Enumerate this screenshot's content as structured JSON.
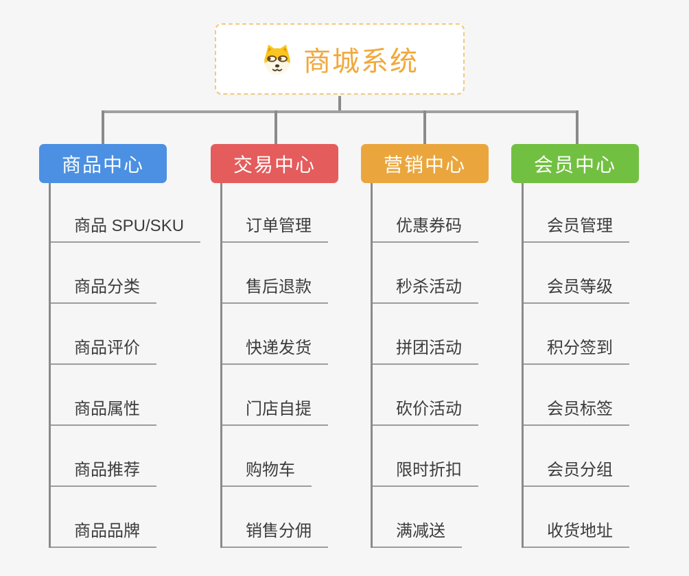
{
  "root": {
    "label": "商城系统",
    "icon": "shiba-dog-icon",
    "text_color": "#f0a83c",
    "border_color": "#f5c879"
  },
  "branches": [
    {
      "label": "商品中心",
      "color": "#4b90e2",
      "children": [
        "商品 SPU/SKU",
        "商品分类",
        "商品评价",
        "商品属性",
        "商品推荐",
        "商品品牌"
      ]
    },
    {
      "label": "交易中心",
      "color": "#e45c5c",
      "children": [
        "订单管理",
        "售后退款",
        "快递发货",
        "门店自提",
        "购物车",
        "销售分佣"
      ]
    },
    {
      "label": "营销中心",
      "color": "#eaa63d",
      "children": [
        "优惠券码",
        "秒杀活动",
        "拼团活动",
        "砍价活动",
        "限时折扣",
        "满减送"
      ]
    },
    {
      "label": "会员中心",
      "color": "#72c041",
      "children": [
        "会员管理",
        "会员等级",
        "积分签到",
        "会员标签",
        "会员分组",
        "收货地址"
      ]
    }
  ],
  "colors": {
    "canvas_bg": "#f6f6f6",
    "connector": "#8a8a8a",
    "leaf_underline": "#9c9c9c",
    "leaf_text": "#3c3c3c"
  }
}
